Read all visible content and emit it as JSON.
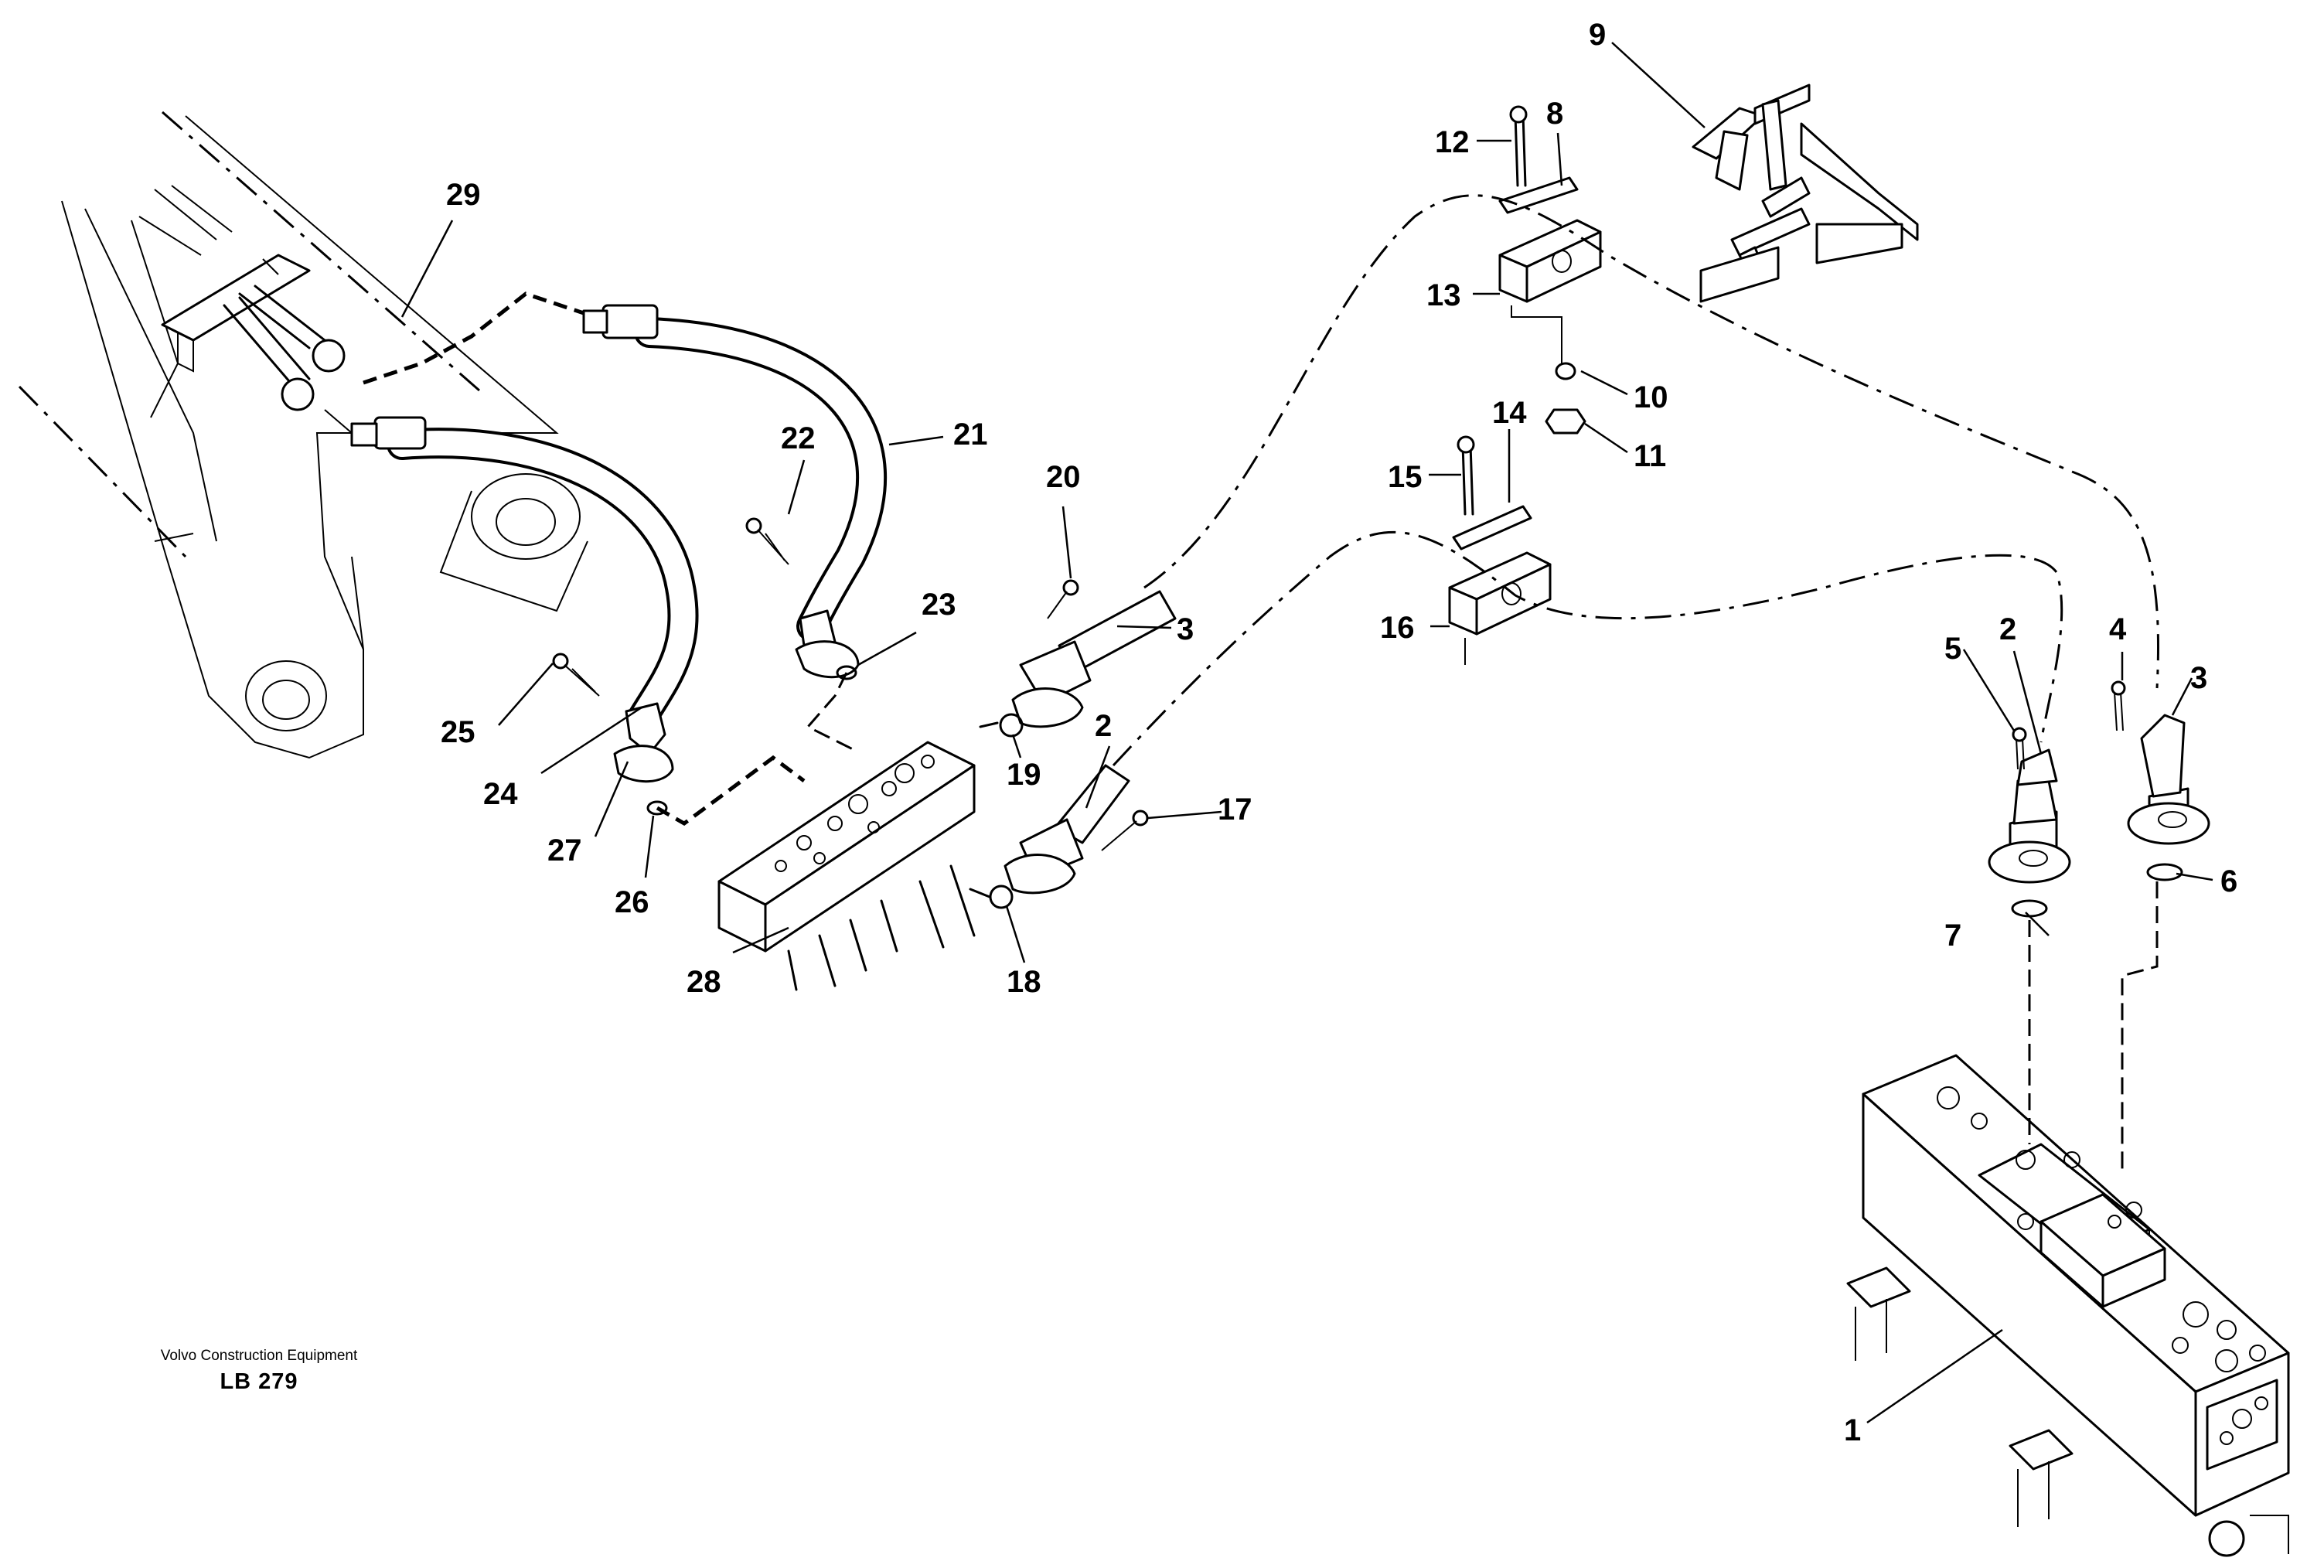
{
  "diagram": {
    "manufacturer": "Volvo Construction Equipment",
    "drawing_code": "LB 279",
    "callouts": [
      {
        "id": "c1",
        "label": "1"
      },
      {
        "id": "c2a",
        "label": "2"
      },
      {
        "id": "c2b",
        "label": "2"
      },
      {
        "id": "c3a",
        "label": "3"
      },
      {
        "id": "c3b",
        "label": "3"
      },
      {
        "id": "c4",
        "label": "4"
      },
      {
        "id": "c5",
        "label": "5"
      },
      {
        "id": "c6",
        "label": "6"
      },
      {
        "id": "c7",
        "label": "7"
      },
      {
        "id": "c8",
        "label": "8"
      },
      {
        "id": "c9",
        "label": "9"
      },
      {
        "id": "c10",
        "label": "10"
      },
      {
        "id": "c11",
        "label": "11"
      },
      {
        "id": "c12",
        "label": "12"
      },
      {
        "id": "c13",
        "label": "13"
      },
      {
        "id": "c14",
        "label": "14"
      },
      {
        "id": "c15",
        "label": "15"
      },
      {
        "id": "c16",
        "label": "16"
      },
      {
        "id": "c17",
        "label": "17"
      },
      {
        "id": "c18",
        "label": "18"
      },
      {
        "id": "c19",
        "label": "19"
      },
      {
        "id": "c20",
        "label": "20"
      },
      {
        "id": "c21",
        "label": "21"
      },
      {
        "id": "c22",
        "label": "22"
      },
      {
        "id": "c23",
        "label": "23"
      },
      {
        "id": "c24",
        "label": "24"
      },
      {
        "id": "c25",
        "label": "25"
      },
      {
        "id": "c26",
        "label": "26"
      },
      {
        "id": "c27",
        "label": "27"
      },
      {
        "id": "c28",
        "label": "28"
      },
      {
        "id": "c29",
        "label": "29"
      }
    ]
  }
}
